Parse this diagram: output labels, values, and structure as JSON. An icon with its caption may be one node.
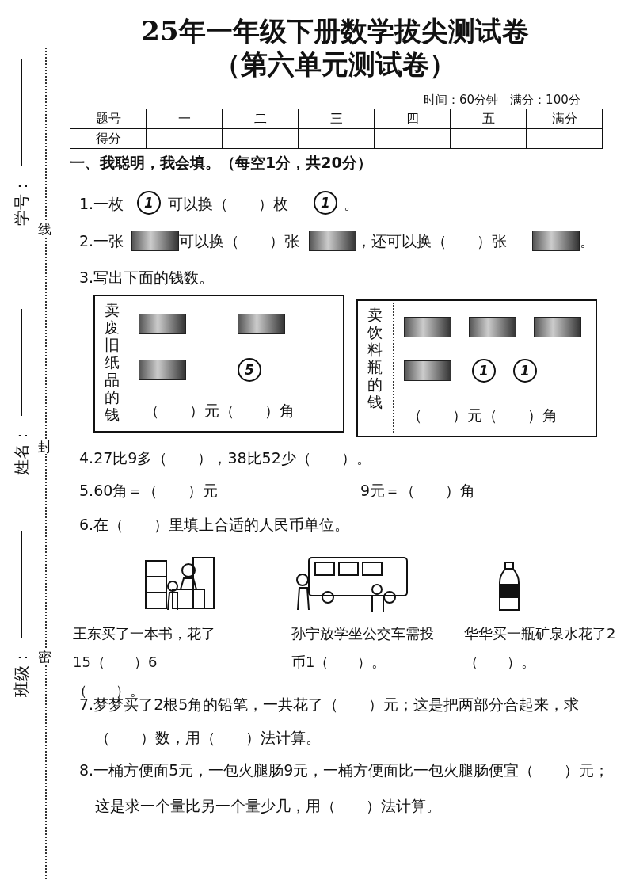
{
  "diagram": {
    "title": "25年一年级下册数学拔尖测试卷（第六单元测试卷）",
    "nodes": [
      {
        "text": [
          "卖废旧纸品的钱",
          "（　　）元（　　）角"
        ]
      },
      {
        "text": [
          "卖饮料瓶的钱",
          "（　　）元（　　）角"
        ]
      }
    ],
    "labels": [
      "学号：",
      "线",
      "姓名：",
      "封",
      "班级：",
      "密",
      "时间：60分钟　满分：100分",
      "题号",
      "一",
      "二",
      "三",
      "四",
      "五",
      "满分",
      "得分",
      "一、我聪明，我会填。（每空1分，共20分）",
      "1.一枚",
      "1",
      "可以换（　　）枚",
      "1",
      "。",
      "2.一张",
      "可以换（　　）张",
      "，还可以换（　　）张",
      "。",
      "3.写出下面的钱数。",
      "5",
      "1",
      "1",
      "4.27比9多（　　），38比52少（　　）。",
      "5.60角＝（　　）元",
      "9元＝（　　）角",
      "6.在（　　）里填上合适的人民币单位。",
      "王东买了一本书，花了15（　　）6（　　）。",
      "孙宁放学坐公交车需投币1（　　）。",
      "华华买一瓶矿泉水花了2（　　）。",
      "7.梦梦买了2根5角的铅笔，一共花了（　　）元；这是把两部分合起来，求（　　）数，用（　　）法计算。",
      "8.一桶方便面5元，一包火腿肠9元，一桶方便面比一包火腿肠便宜（　　）元；这是求一个量比另一个量少几，用（　　）法计算。"
    ]
  }
}
